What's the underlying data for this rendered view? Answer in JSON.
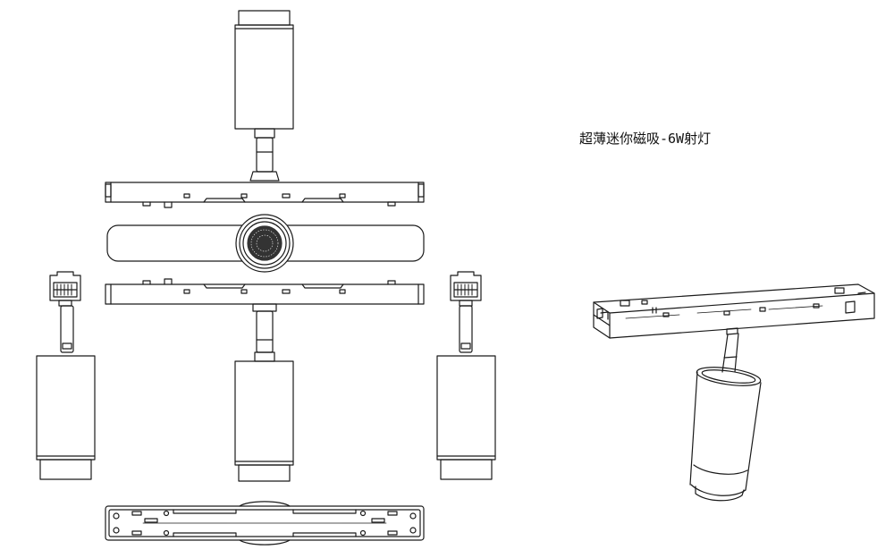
{
  "product_title": "超薄迷你磁吸-6W射灯",
  "colors": {
    "line": "#1a1a1a",
    "background": "#ffffff",
    "mesh": "#333333"
  },
  "views": [
    "top-view-spotlight",
    "side-view-rail",
    "front-view-lens-panel",
    "side-view-rail-lower",
    "left-view-spotlight",
    "front-view-spotlight",
    "right-view-spotlight",
    "bottom-view-rail",
    "isometric-view"
  ]
}
